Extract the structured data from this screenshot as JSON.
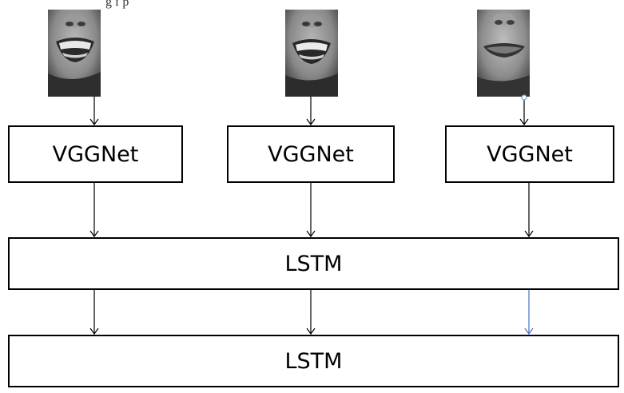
{
  "caption_fragment": "g f         p",
  "frames": [
    {
      "name": "mouth-frame-1",
      "icon": "mouth-closed-smile-image"
    },
    {
      "name": "mouth-frame-2",
      "icon": "mouth-closed-smile-image"
    },
    {
      "name": "mouth-frame-3",
      "icon": "mouth-open-speaking-image"
    }
  ],
  "encoders": [
    {
      "label": "VGGNet"
    },
    {
      "label": "VGGNet"
    },
    {
      "label": "VGGNet"
    }
  ],
  "lstm_layers": [
    {
      "label": "LSTM"
    },
    {
      "label": "LSTM"
    }
  ],
  "colors": {
    "stroke": "#000000",
    "highlight_arrow": "#4472c4",
    "handle": "#a9c4d8"
  }
}
